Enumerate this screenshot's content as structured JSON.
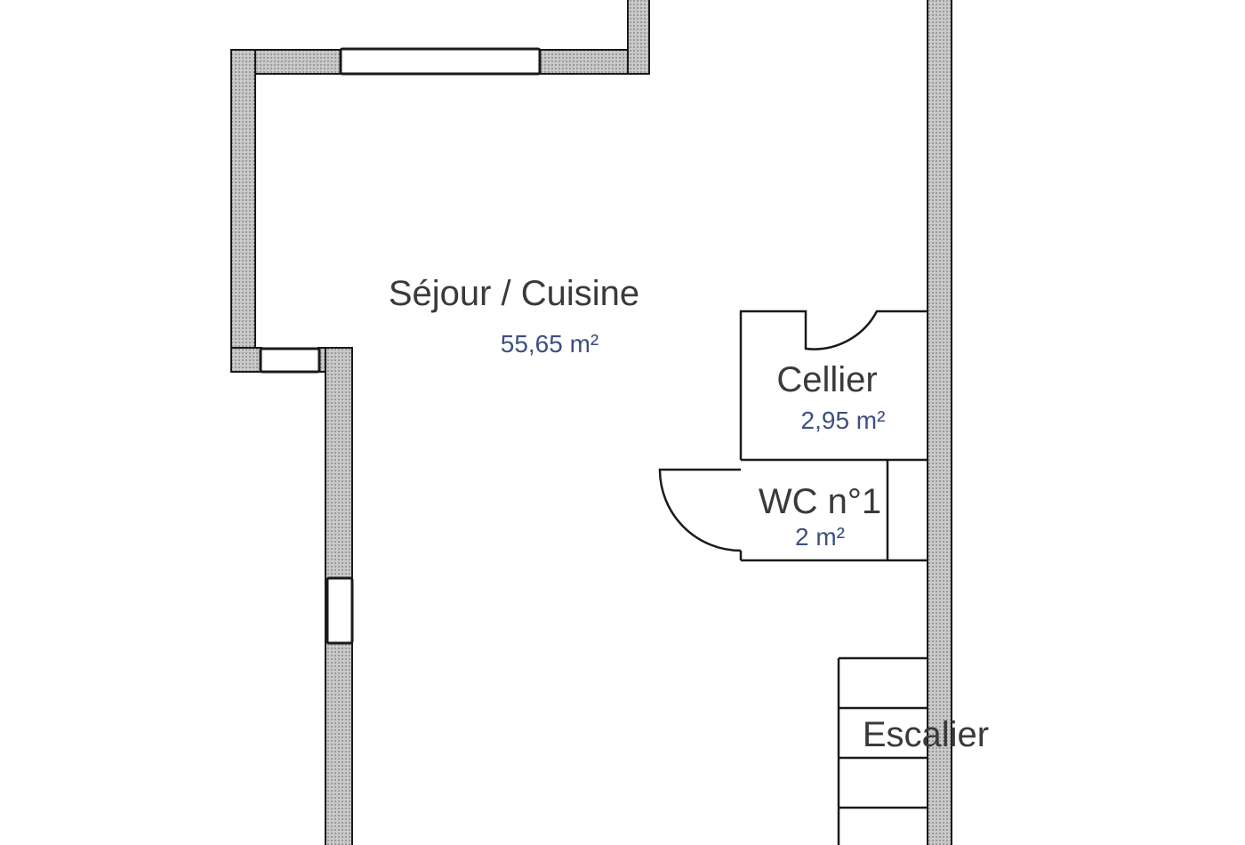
{
  "plan": {
    "colors": {
      "wall_fill": "#bdbdbd",
      "wall_outline": "#1a1a1a",
      "room_name_text": "#3a3a3a",
      "room_area_text": "#3d4f82",
      "background": "#ffffff"
    },
    "rooms": [
      {
        "name": "Séjour / Cuisine",
        "area": "55,65  m²"
      },
      {
        "name": "Cellier",
        "area": "2,95  m²"
      },
      {
        "name": "WC n°1",
        "area": "2  m²"
      },
      {
        "name": "Escalier"
      }
    ]
  }
}
